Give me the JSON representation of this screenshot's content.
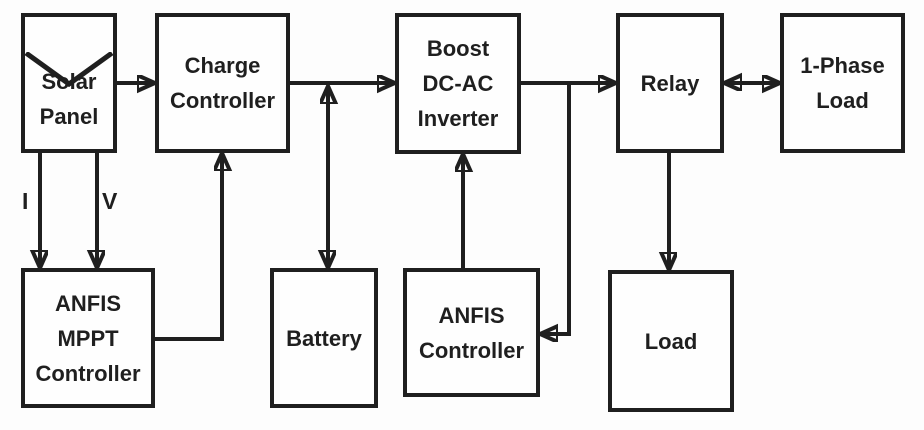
{
  "figure": {
    "type": "block-diagram",
    "title": "Solar PV system with ANFIS MPPT block diagram",
    "colors": {
      "line": "#1f1f1f",
      "background": "#fdfdfd",
      "box_fill": "#fefefe"
    },
    "blocks": {
      "solar_panel": {
        "label": "Solar\nPanel"
      },
      "charge_controller": {
        "label": "Charge\nController"
      },
      "boost_inverter": {
        "label": "Boost\nDC-AC\nInverter"
      },
      "relay": {
        "label": "Relay"
      },
      "one_phase_load": {
        "label": "1-Phase\nLoad"
      },
      "anfis_mppt": {
        "label": "ANFIS\nMPPT\nController"
      },
      "battery": {
        "label": "Battery"
      },
      "anfis_controller": {
        "label": "ANFIS\nController"
      },
      "load": {
        "label": "Load"
      }
    },
    "signal_labels": {
      "current": "I",
      "voltage": "V"
    },
    "connections": [
      {
        "from": "Solar Panel",
        "to": "Charge Controller",
        "style": "arrow"
      },
      {
        "from": "Charge Controller",
        "to": "Boost DC-AC Inverter",
        "style": "arrow"
      },
      {
        "from": "Charge Controller-Inverter bus",
        "to": "Battery",
        "style": "double-arrow"
      },
      {
        "from": "Boost DC-AC Inverter",
        "to": "Relay",
        "style": "arrow"
      },
      {
        "from": "Inverter-Relay bus",
        "to": "ANFIS Controller",
        "style": "arrow"
      },
      {
        "from": "Relay",
        "to": "1-Phase Load",
        "style": "double-arrow"
      },
      {
        "from": "Relay",
        "to": "Load",
        "style": "arrow"
      },
      {
        "from": "ANFIS Controller",
        "to": "Boost DC-AC Inverter",
        "style": "arrow"
      },
      {
        "from": "ANFIS MPPT Controller",
        "to": "Charge Controller",
        "style": "arrow"
      },
      {
        "from": "Solar Panel",
        "to": "ANFIS MPPT Controller",
        "label": "I",
        "style": "arrow"
      },
      {
        "from": "Solar Panel",
        "to": "ANFIS MPPT Controller",
        "label": "V",
        "style": "arrow"
      }
    ]
  }
}
